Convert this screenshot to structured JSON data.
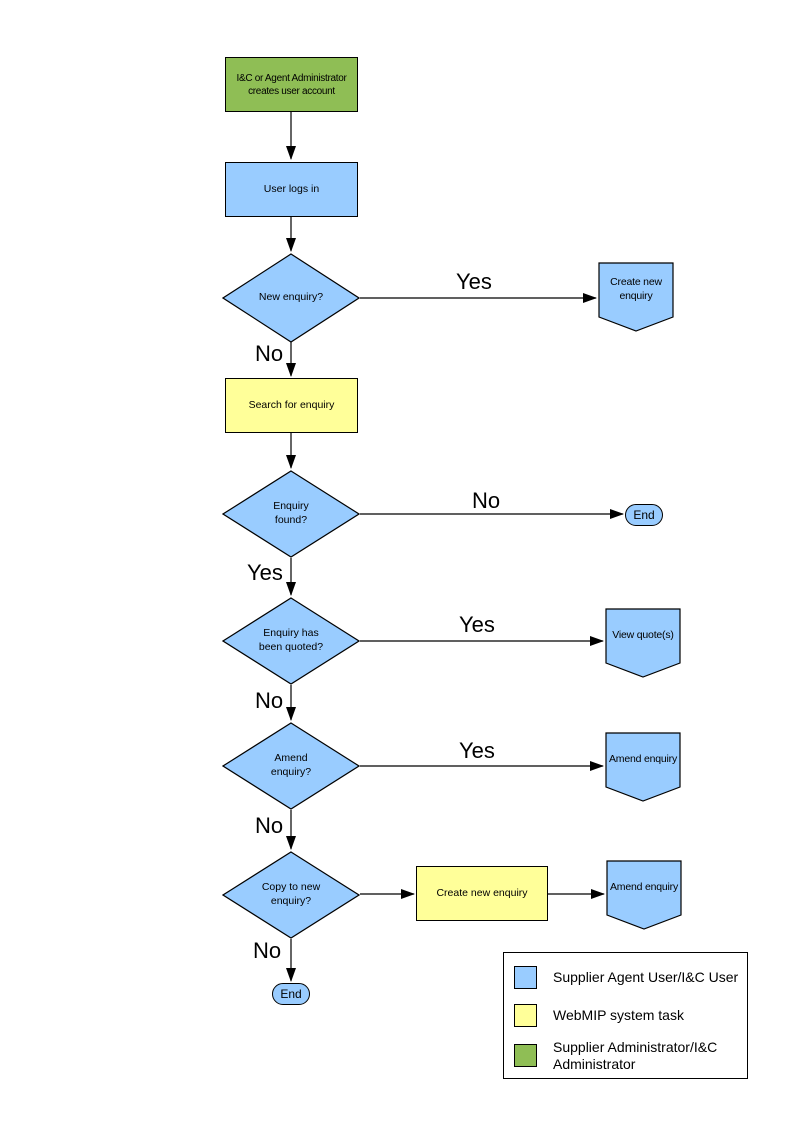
{
  "palette": {
    "user_task_blue": "#99CCFF",
    "system_task_yellow": "#FFFF99",
    "admin_task_green": "#8FBE55",
    "line_color": "#000000"
  },
  "nodes": {
    "create_account": {
      "label": "I&C or Agent Administrator\ncreates user account"
    },
    "user_logs_in": {
      "label": "User logs in"
    },
    "new_enquiry_q": {
      "label": "New enquiry?"
    },
    "create_new_enquiry_top": {
      "label": "Create new\nenquiry"
    },
    "search_for_enquiry": {
      "label": "Search for enquiry"
    },
    "enquiry_found_q": {
      "label": "Enquiry\nfound?"
    },
    "end_right": {
      "label": "End"
    },
    "enquiry_quoted_q": {
      "label": "Enquiry has\nbeen quoted?"
    },
    "view_quotes": {
      "label": "View quote(s)"
    },
    "amend_enquiry_q": {
      "label": "Amend\nenquiry?"
    },
    "amend_enquiry_side": {
      "label": "Amend enquiry"
    },
    "copy_to_new_q": {
      "label": "Copy to new\nenquiry?"
    },
    "create_new_enquiry_mid": {
      "label": "Create new enquiry"
    },
    "amend_enquiry_bottom": {
      "label": "Amend enquiry"
    },
    "end_bottom": {
      "label": "End"
    }
  },
  "edge_labels": {
    "yes_new_enquiry": "Yes",
    "no_new_enquiry": "No",
    "no_enquiry_found": "No",
    "yes_enquiry_found": "Yes",
    "yes_quoted": "Yes",
    "no_quoted": "No",
    "yes_amend": "Yes",
    "no_amend": "No",
    "no_copy": "No"
  },
  "legend": {
    "items": [
      {
        "label": "Supplier Agent User/I&C User",
        "color": "#99CCFF"
      },
      {
        "label": "WebMIP system task",
        "color": "#FFFF99"
      },
      {
        "label": "Supplier Administrator/I&C\nAdministrator",
        "color": "#8FBE55"
      }
    ]
  }
}
